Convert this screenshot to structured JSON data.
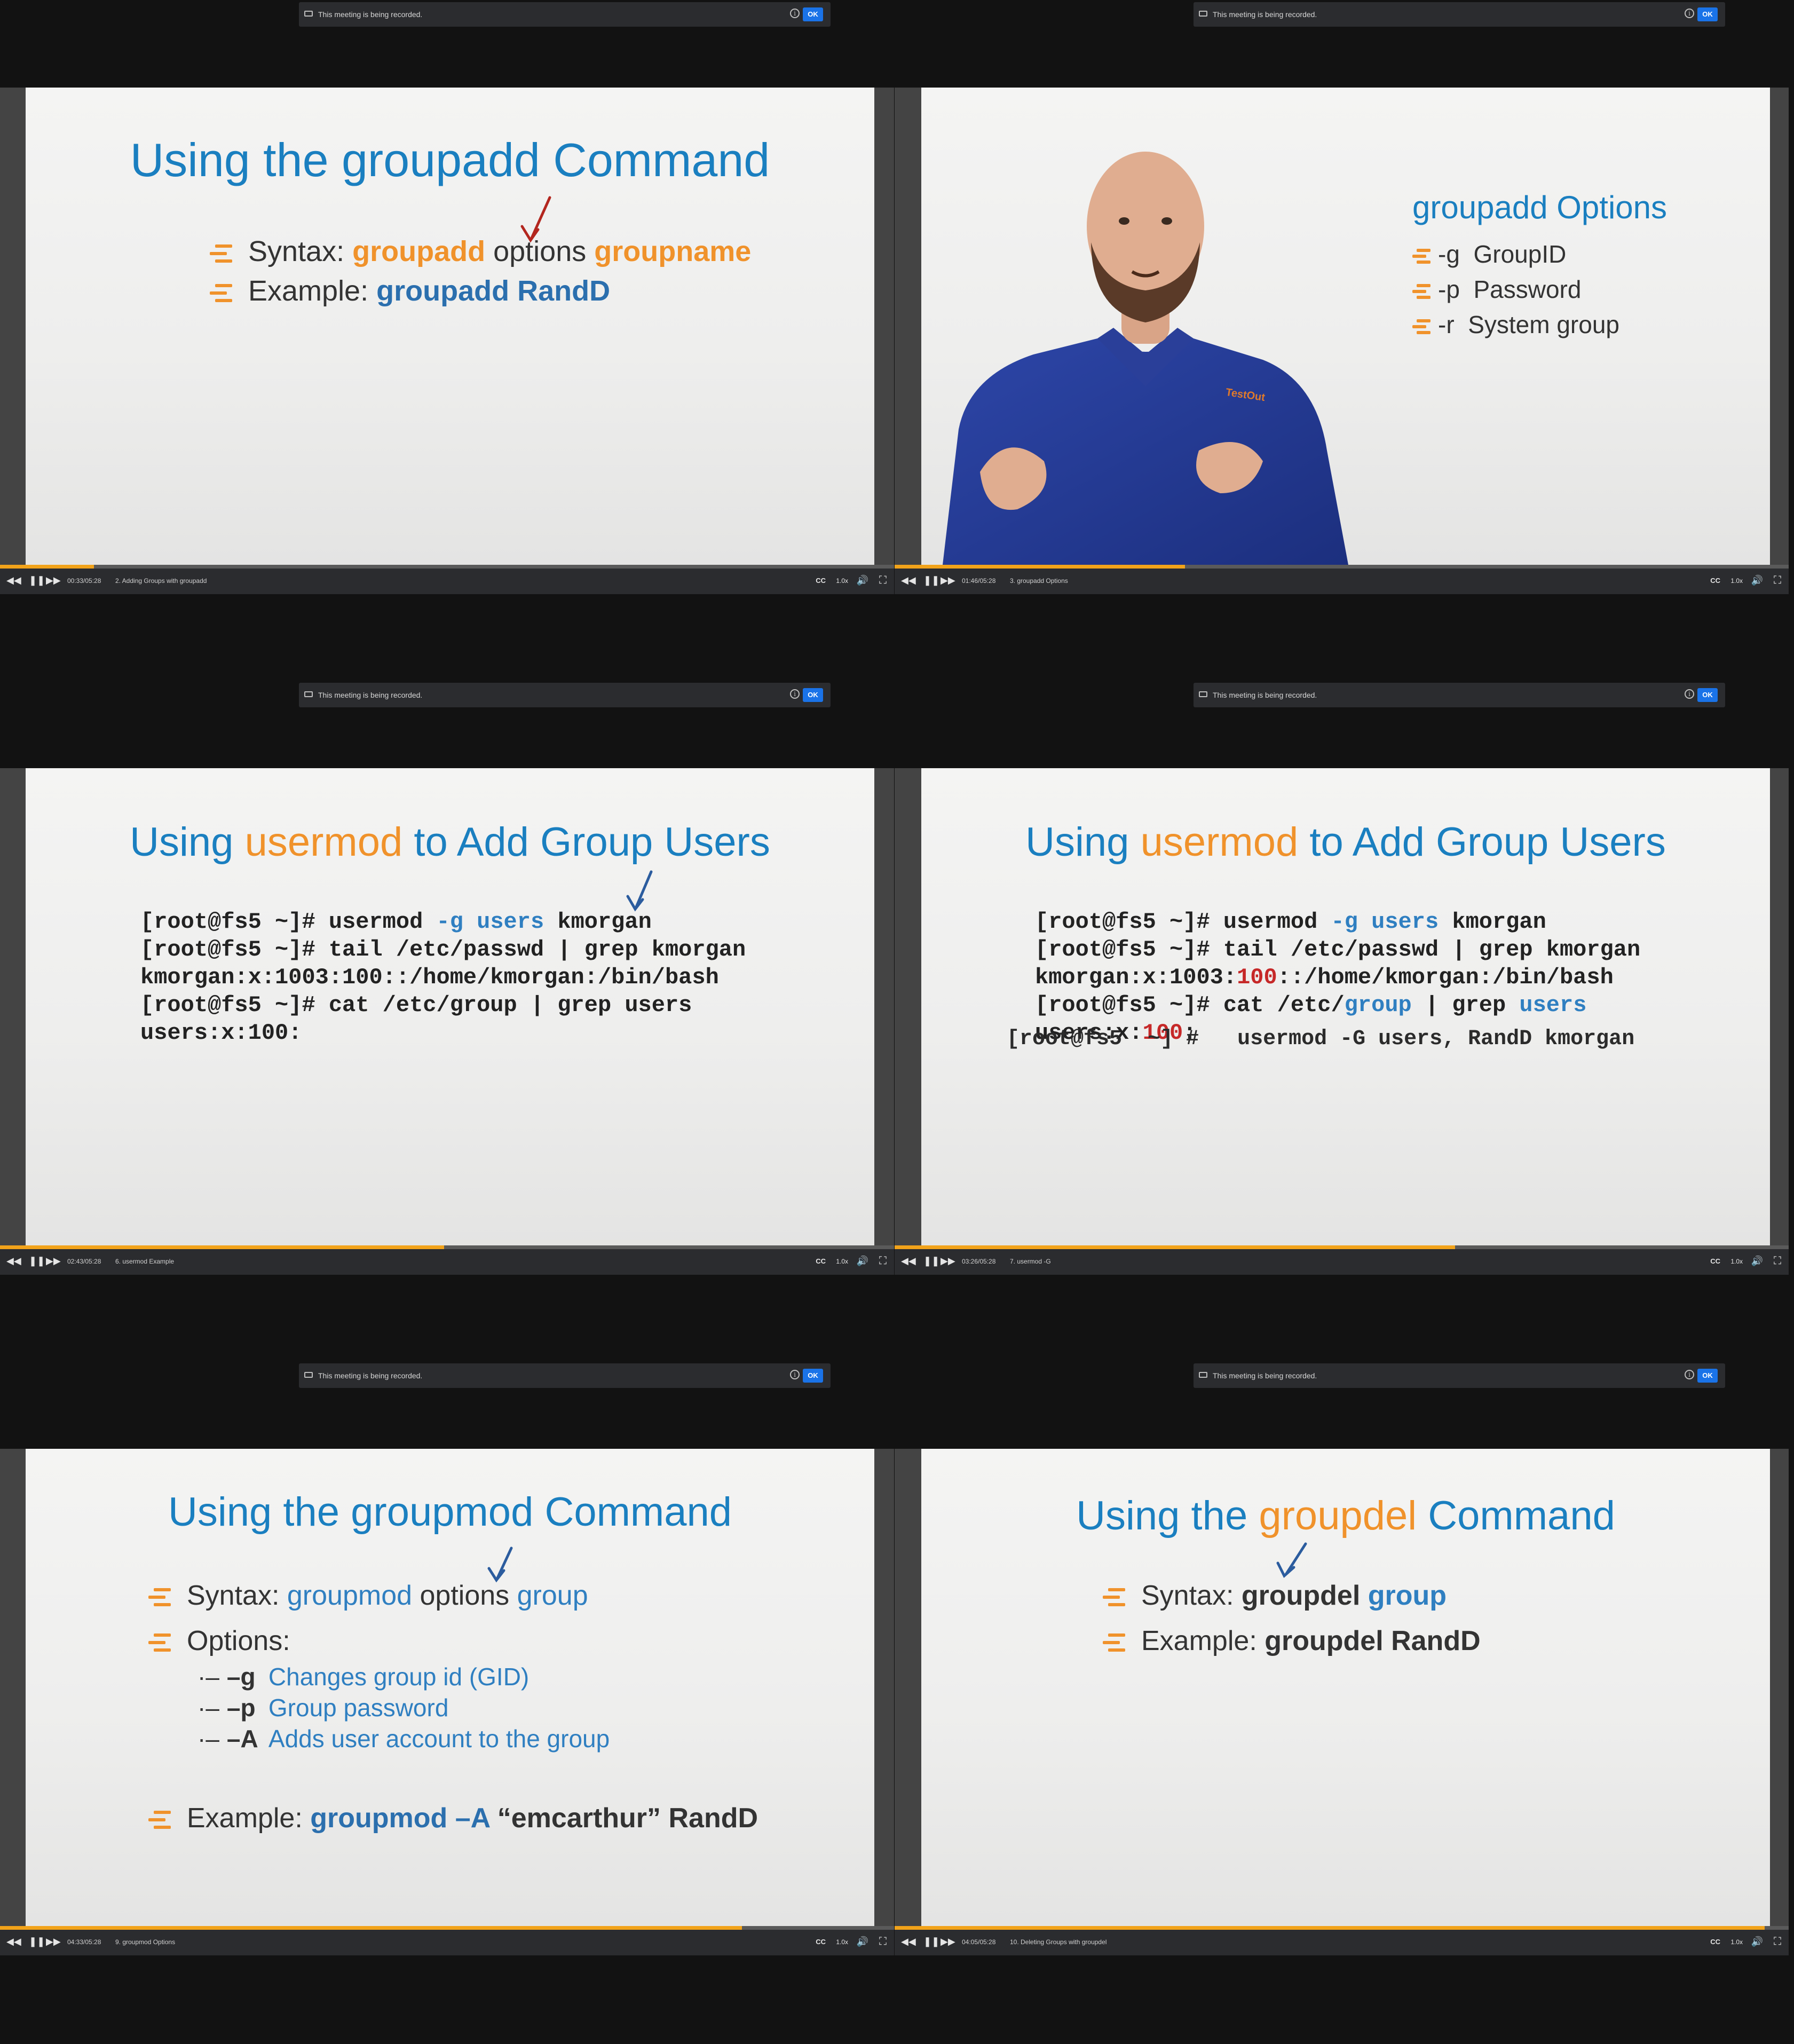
{
  "notice": {
    "text": "This meeting is being recorded.",
    "ok_label": "OK",
    "info": "i"
  },
  "controls": {
    "rewind": "◀◀",
    "pause": "❚❚",
    "forward": "▶▶",
    "cc": "CC",
    "speed": "1.0x",
    "volume": "🔊",
    "fullscreen": "⛶"
  },
  "panels": [
    {
      "time": "00:33/05:28",
      "chapter": "2. Adding Groups with groupadd",
      "progress": 0.105,
      "title": "Using the groupadd Command",
      "syntax_label": "Syntax:",
      "syntax_cmd": "groupadd",
      "syntax_opt": "options",
      "syntax_arg": "groupname",
      "example_label": "Example:",
      "example_cmd": "groupadd RandD"
    },
    {
      "time": "01:46/05:28",
      "chapter": "3. groupadd Options",
      "progress": 0.325,
      "title": "groupadd Options",
      "options": [
        {
          "flag": "-g",
          "text": "GroupID"
        },
        {
          "flag": "-p",
          "text": "Password"
        },
        {
          "flag": "-r",
          "text": "System group"
        }
      ],
      "shirt_logo": "TestOut"
    },
    {
      "time": "02:43/05:28",
      "chapter": "6. usermod Example",
      "progress": 0.497,
      "title_pre": "Using",
      "title_cmd": "usermod",
      "title_post": "to Add Group Users",
      "lines": [
        {
          "prompt": "[root@fs5 ~]# ",
          "cmd": "usermod ",
          "flag": "-g",
          "arg": " users",
          "rest": " kmorgan"
        },
        {
          "text": "[root@fs5 ~]# tail /etc/passwd | grep kmorgan"
        },
        {
          "text": "kmorgan:x:1003:100::/home/kmorgan:/bin/bash"
        },
        {
          "text": "[root@fs5 ~]# cat /etc/group | grep users"
        },
        {
          "text": "users:x:100:"
        }
      ]
    },
    {
      "time": "03:26/05:28",
      "chapter": "7. usermod -G",
      "progress": 0.627,
      "title_pre": "Using",
      "title_cmd": "usermod",
      "title_post": "to Add Group Users",
      "l1_prompt": "[root@fs5 ~]# usermod ",
      "l1_flag": "-g",
      "l1_arg": "users",
      "l1_rest": " kmorgan",
      "l2": "[root@fs5 ~]# tail /etc/passwd | grep kmorgan",
      "l3_a": "kmorgan:x:1003:",
      "l3_b": "100",
      "l3_c": "::/home/kmorgan:/bin/bash",
      "l4_a": "[root@fs5 ~]# cat /etc/",
      "l4_b": "group",
      "l4_c": " | grep ",
      "l4_d": "users",
      "l5_a": "users:x:",
      "l5_b": "100",
      "l5_c": ":",
      "handwritten": "[root@fs5  ~] #   usermod -G users, RandD kmorgan"
    },
    {
      "time": "04:33/05:28",
      "chapter": "9. groupmod Options",
      "progress": 0.83,
      "title": "Using the groupmod Command",
      "syntax_label": "Syntax:",
      "syntax_cmd": "groupmod",
      "syntax_opt": "options",
      "syntax_arg": "group",
      "options_label": "Options:",
      "options": [
        {
          "dash": "·–",
          "flag": "–g",
          "text": "Changes group id (GID)"
        },
        {
          "dash": "·–",
          "flag": "–p",
          "text": "Group password"
        },
        {
          "dash": "·–",
          "flag": "–A",
          "text": "Adds user account to the group"
        }
      ],
      "example_label": "Example:",
      "example_cmd": "groupmod –A",
      "example_rest": " “emcarthur” RandD"
    },
    {
      "time": "04:05/05:28",
      "chapter": "10. Deleting Groups with groupdel",
      "progress": 0.973,
      "title_pre": "Using the",
      "title_cmd": "groupdel",
      "title_post": "Command",
      "syntax_label": "Syntax:",
      "syntax_cmd": "groupdel",
      "syntax_arg": "group",
      "example_label": "Example:",
      "example_cmd": "groupdel RandD"
    }
  ]
}
